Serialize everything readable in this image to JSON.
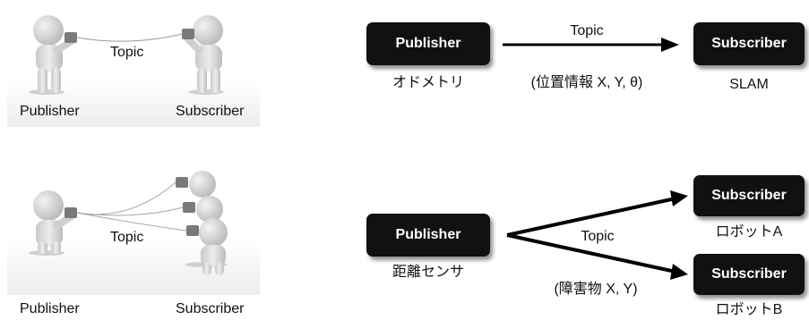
{
  "top": {
    "illustration": {
      "topic": "Topic",
      "publisher": "Publisher",
      "subscriber": "Subscriber"
    },
    "diagram": {
      "publisher_label": "Publisher",
      "publisher_caption": "オドメトリ",
      "topic": "Topic",
      "topic_detail": "(位置情報 X, Y, θ)",
      "subscriber_label": "Subscriber",
      "subscriber_caption": "SLAM"
    }
  },
  "bottom": {
    "illustration": {
      "topic": "Topic",
      "publisher": "Publisher",
      "subscriber": "Subscriber"
    },
    "diagram": {
      "publisher_label": "Publisher",
      "publisher_caption": "距離センサ",
      "topic": "Topic",
      "topic_detail": "(障害物 X, Y)",
      "subscriber_a_label": "Subscriber",
      "subscriber_a_caption": "ロボットA",
      "subscriber_b_label": "Subscriber",
      "subscriber_b_caption": "ロボットB"
    }
  },
  "colors": {
    "node_fill": "#111111",
    "node_text": "#ffffff",
    "arrow": "#000000",
    "figure": "#d9d9d9"
  }
}
